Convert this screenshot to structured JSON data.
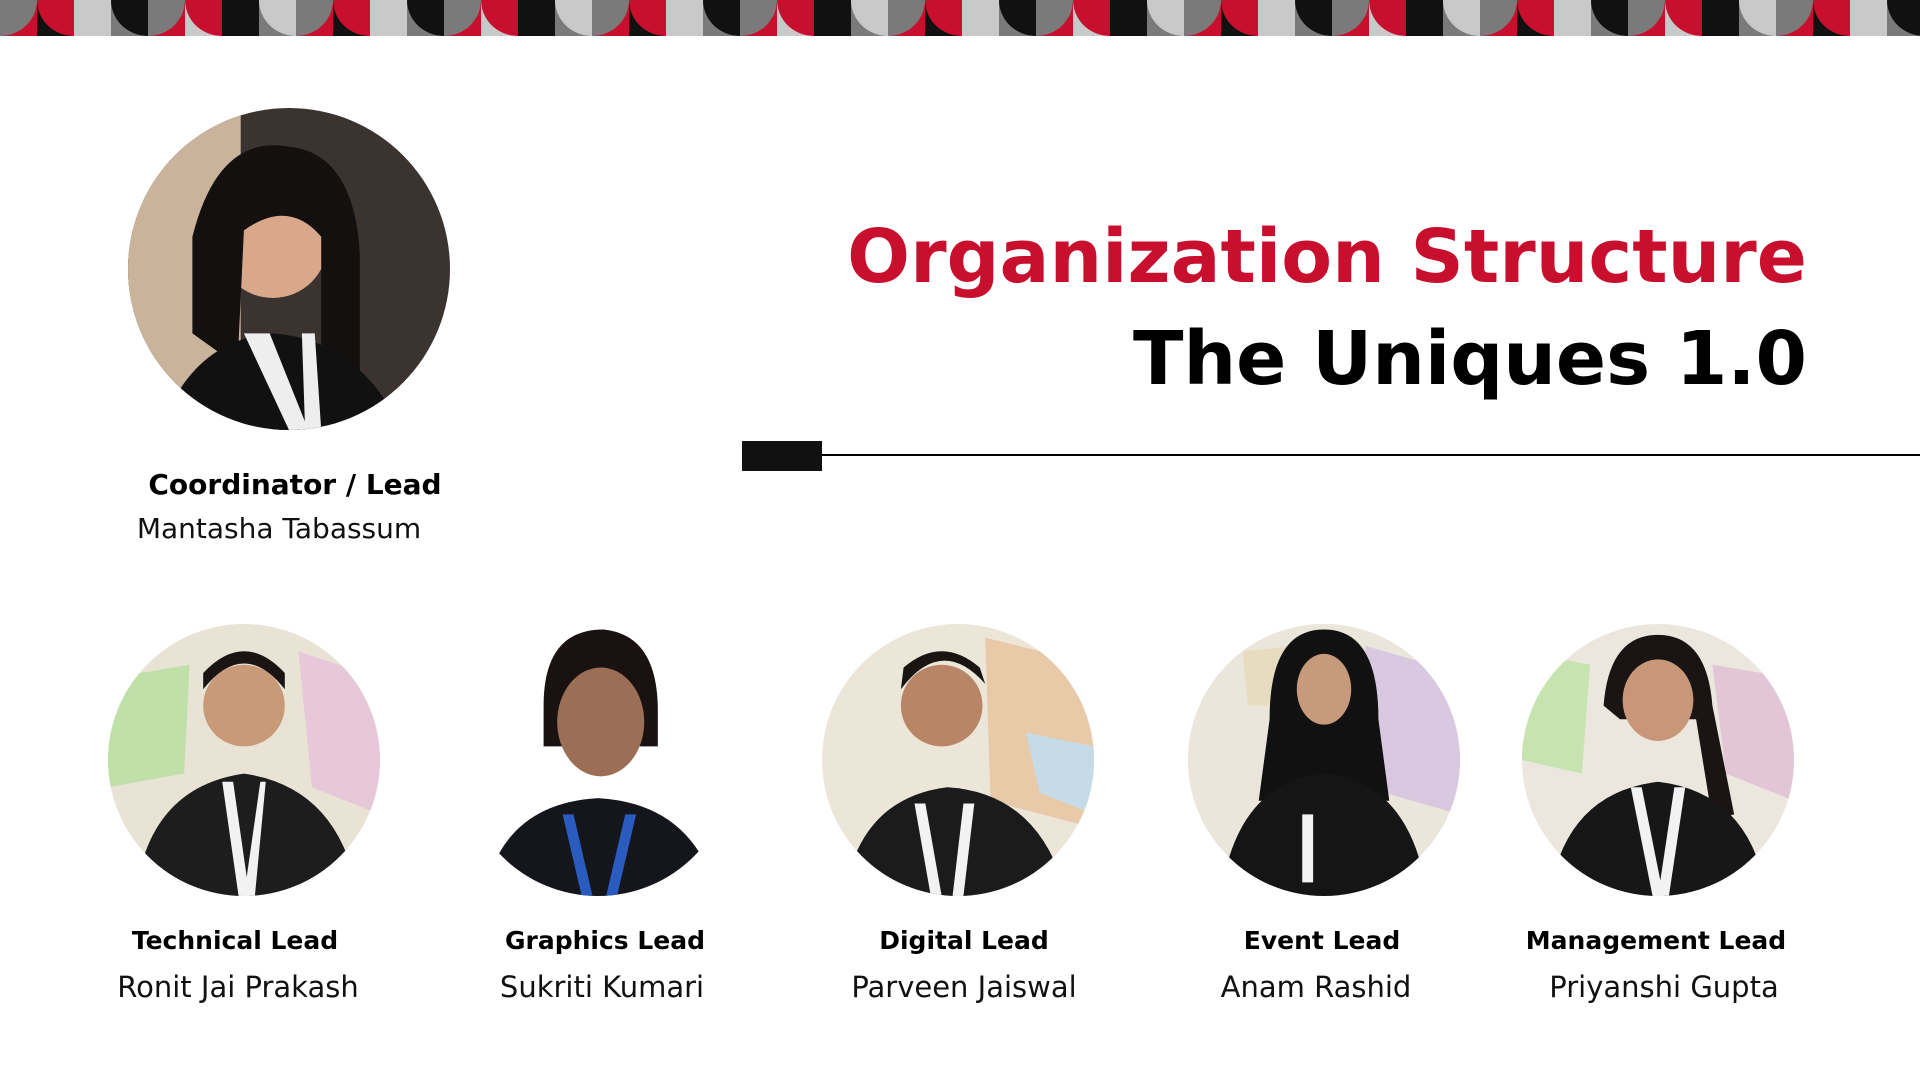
{
  "header": {
    "title": "Organization Structure",
    "subtitle": "The Uniques 1.0"
  },
  "coordinator": {
    "role": "Coordinator  / Lead",
    "name": "Mantasha Tabassum"
  },
  "leads": [
    {
      "role": "Technical Lead",
      "name": "Ronit Jai Prakash"
    },
    {
      "role": "Graphics Lead",
      "name": "Sukriti Kumari"
    },
    {
      "role": "Digital Lead",
      "name": "Parveen Jaiswal"
    },
    {
      "role": "Event Lead",
      "name": "Anam Rashid"
    },
    {
      "role": "Management Lead",
      "name": "Priyanshi Gupta"
    }
  ],
  "colors": {
    "accent_red": "#c8102e",
    "dark": "#111111",
    "grey": "#7a7a7a",
    "light_grey": "#c9c9c9"
  }
}
